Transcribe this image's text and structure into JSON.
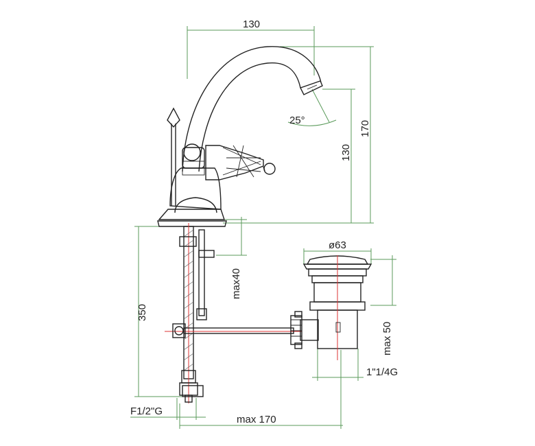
{
  "dimensions": {
    "spout_reach": "130",
    "total_height": "170",
    "spout_height": "130",
    "spout_angle": "25°",
    "drain_diameter": "ø63",
    "max_deck": "max40",
    "max_drain": "max 50",
    "hose_length": "350",
    "drain_thread": "1\"1/4G",
    "supply_thread": "F1/2\"G",
    "max_drain_reach": "max 170"
  },
  "colors": {
    "dimension_lines": "#5a9a5a",
    "outline": "#222222",
    "centerline": "#dd3333"
  }
}
